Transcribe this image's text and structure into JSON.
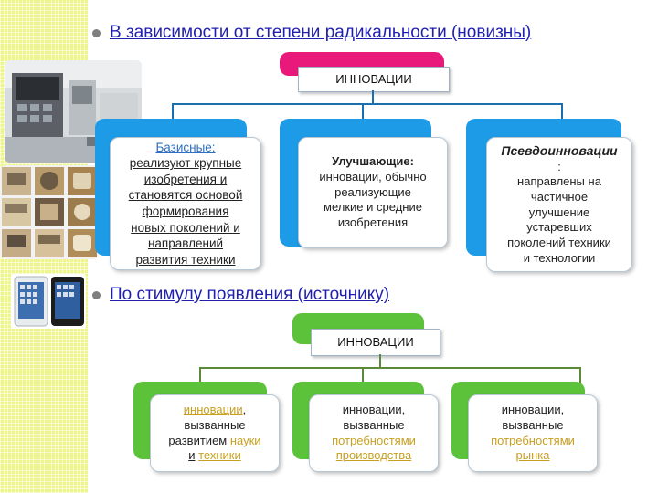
{
  "slide": {
    "section1": {
      "heading": "В зависимости от степени радикальности (новизны)",
      "root": "ИННОВАЦИИ",
      "cards": [
        {
          "lines": [
            "Базисные:",
            "реализуют крупные",
            "изобретения и",
            "становятся основой",
            "формирования",
            "новых поколений и",
            "направлений",
            "развития техники"
          ]
        },
        {
          "title": "Улучшающие:",
          "lines": [
            "инновации, обычно",
            "реализующие",
            "мелкие и средние",
            "изобретения"
          ]
        },
        {
          "title": "Псевдоинновации",
          "lines": [
            ":",
            "направлены на",
            "частичное",
            "улучшение",
            "устаревших",
            "поколений техники",
            "и технологии"
          ]
        }
      ]
    },
    "section2": {
      "heading": "По стимулу появления (источнику)",
      "root": "ИННОВАЦИИ",
      "cards": [
        {
          "a": "инновации",
          "b": ",",
          "c": "вызванные",
          "d": "развитием",
          "e": "науки",
          "f": "и",
          "g": "техники"
        },
        {
          "a": "инновации,",
          "b": "вызванные",
          "c": "потребностями",
          "d": "производства"
        },
        {
          "a": "инновации,",
          "b": "вызванные",
          "c": "потребностями",
          "d": "рынка"
        }
      ]
    }
  },
  "colors": {
    "stripe": "#eef58a",
    "blue_tab": "#1e9be6",
    "green_tab": "#5cc23a",
    "magenta_tab": "#e8197a",
    "heading": "#1f1fb0",
    "link": "#c8a020"
  },
  "icons": [
    "computer-room-photo",
    "radio-collection-photo",
    "tablet-photo"
  ]
}
